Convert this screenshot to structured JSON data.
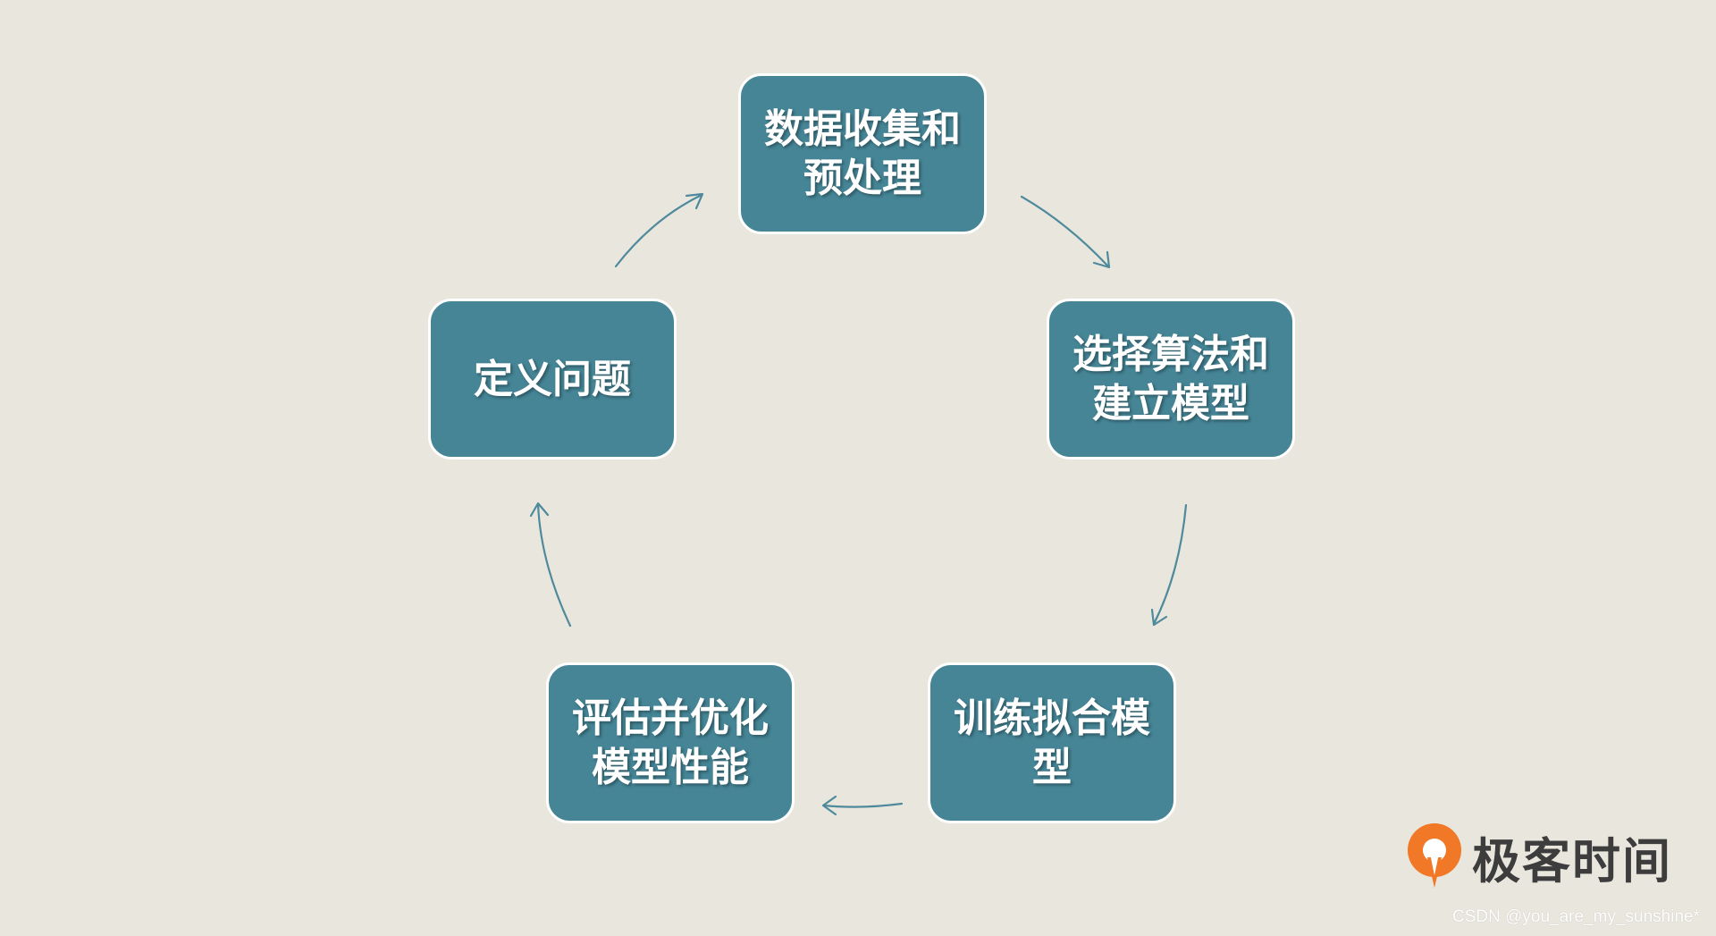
{
  "diagram": {
    "steps": [
      {
        "label": "数据收集和\n预处理"
      },
      {
        "label": "选择算法和\n建立模型"
      },
      {
        "label": "训练拟合模\n型"
      },
      {
        "label": "评估并优化\n模型性能"
      },
      {
        "label": "定义问题"
      }
    ]
  },
  "branding": {
    "name": "极客时间",
    "icon": "geektime-logo-icon"
  },
  "watermark": {
    "text": "CSDN @you_are_my_sunshine*"
  },
  "colors": {
    "background": "#e9e7dd",
    "box_fill": "#458596",
    "box_border": "#ffffff",
    "arrow": "#4f8a9c",
    "logo_orange": "#f07826"
  }
}
